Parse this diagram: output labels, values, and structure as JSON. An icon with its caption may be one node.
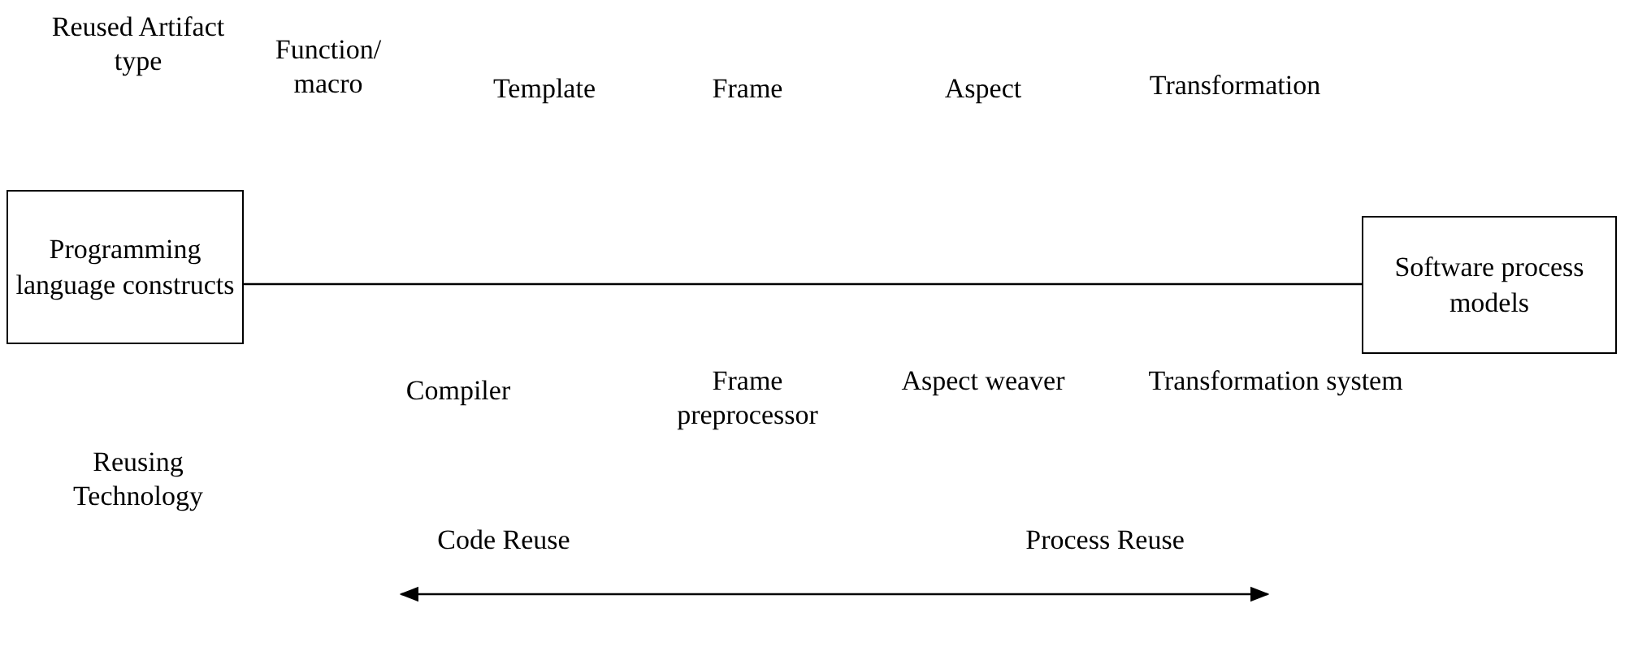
{
  "diagram": {
    "nodes": [
      {
        "text": [
          "Programming language constructs"
        ]
      },
      {
        "text": [
          "Software process models"
        ]
      }
    ],
    "edges": [
      {
        "from": 0,
        "to": 1,
        "arrow": "none"
      }
    ],
    "labels": [
      "Reused Artifact type",
      "Function/ macro",
      "Template",
      "Frame",
      "Aspect",
      "Transformation",
      "Compiler",
      "Frame preprocessor",
      "Aspect weaver",
      "Transformation system",
      "Reusing Technology",
      "Code Reuse",
      "Process Reuse"
    ]
  }
}
